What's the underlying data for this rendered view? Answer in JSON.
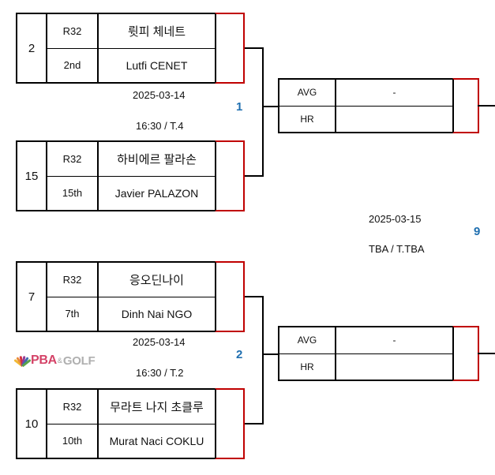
{
  "bracket": {
    "logo": {
      "brand": "PBA",
      "amp": "&",
      "suffix": "GOLF",
      "peacock_colors": [
        "#f0b323",
        "#e8832a",
        "#cf2030",
        "#8a2d8f",
        "#2f5fa8",
        "#4f9c3a"
      ]
    },
    "accent_color": "#1f6fb0",
    "score_border_color": "#c00000",
    "line_color": "#000000",
    "matches": [
      {
        "match_number": "1",
        "date": "2025-03-14",
        "time_table": "16:30 / T.4",
        "players": [
          {
            "seed": "2",
            "round": "R32",
            "rank": "2nd",
            "name_kr": "륏피 체네트",
            "name_en": "Lutfi CENET",
            "score": ""
          },
          {
            "seed": "15",
            "round": "R32",
            "rank": "15th",
            "name_kr": "하비에르 팔라손",
            "name_en": "Javier PALAZON",
            "score": ""
          }
        ]
      },
      {
        "match_number": "2",
        "date": "2025-03-14",
        "time_table": "16:30 / T.2",
        "players": [
          {
            "seed": "7",
            "round": "R32",
            "rank": "7th",
            "name_kr": "응오딘나이",
            "name_en": "Dinh Nai NGO",
            "score": ""
          },
          {
            "seed": "10",
            "round": "R32",
            "rank": "10th",
            "name_kr": "무라트 나지 초클루",
            "name_en": "Murat Naci COKLU",
            "score": ""
          }
        ]
      }
    ],
    "results": [
      {
        "avg_label": "AVG",
        "avg_value": "-",
        "hr_label": "HR",
        "hr_value": "",
        "score": ""
      },
      {
        "avg_label": "AVG",
        "avg_value": "-",
        "hr_label": "HR",
        "hr_value": "",
        "score": ""
      }
    ],
    "next_round": {
      "match_number": "9",
      "date": "2025-03-15",
      "time_table": "TBA / T.TBA"
    }
  }
}
